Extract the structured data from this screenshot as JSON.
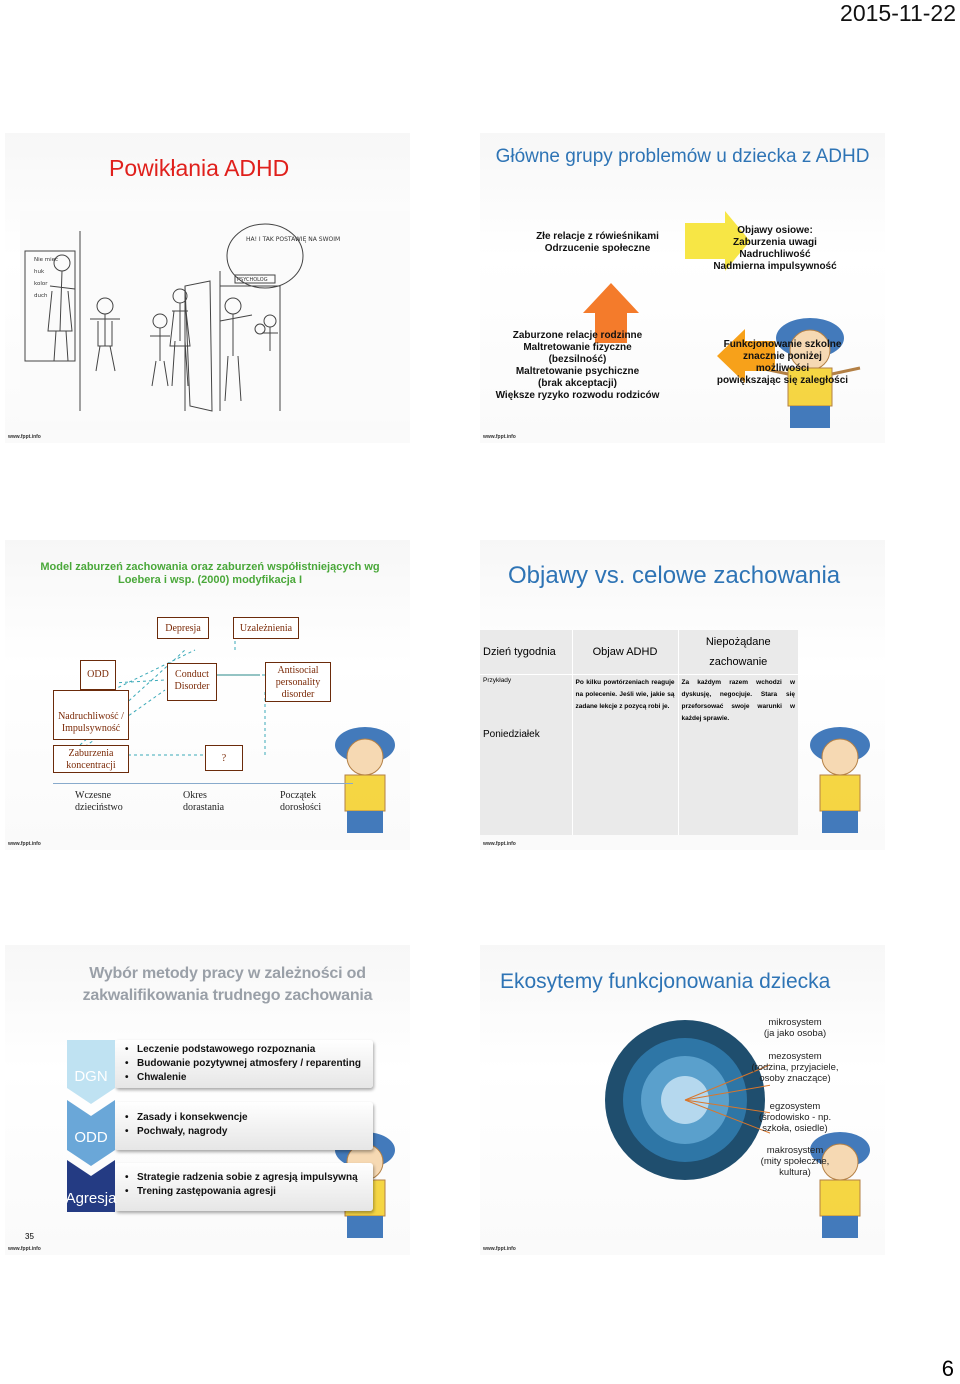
{
  "header": {
    "date": "2015-11-22"
  },
  "page_number": "6",
  "footer_text": "www.fppt.info",
  "slide1": {
    "title": "Powikłania ADHD",
    "cartoon_labels": [
      "HA! I TAK POSTAWIĘ NA SWOIM",
      "PSYCHOLOG"
    ]
  },
  "slide2": {
    "title": "Główne grupy problemów u dziecka z ADHD",
    "cycle": [
      "Złe relacje z rówieśnikami\nOdrzucenie społeczne",
      "Objawy osiowe:\nZaburzenia uwagi\nNadruchliwość\nNadmierna impulsywność",
      "Zaburzone relacje rodzinne\nMaltretowanie fizyczne\n(bezsilność)\nMaltretowanie psychiczne\n(brak akceptacji)\nWiększe ryzyko rozwodu rodziców",
      "Funkcjonowanie szkolne\nznacznie poniżej\nmożliwości\npowiększając się zaległości"
    ],
    "arrow_colors": [
      "#f7e645",
      "#f47b2b",
      "#e8261f",
      "#f7a11a"
    ]
  },
  "slide3": {
    "title": "Model zaburzeń zachowania oraz zaburzeń współistniejących wg Loebera i wsp. (2000) modyfikacja I",
    "boxes": {
      "depresja": "Depresja",
      "uzaleznienia": "Uzależnienia",
      "odd": "ODD",
      "conduct": "Conduct Disorder",
      "antisocial": "Antisocial personality disorder",
      "nadruchliwosc": "Nadruchliwość / Impulsywność",
      "zaburzenia": "Zaburzenia koncentracji",
      "question": "?"
    },
    "stages": [
      "Wczesne dzieciństwo",
      "Okres dorastania",
      "Początek dorosłości"
    ]
  },
  "slide4": {
    "title": "Objawy vs. celowe zachowania",
    "headers": [
      "Dzień tygodnia",
      "Objaw ADHD",
      "Niepożądane zachowanie"
    ],
    "example_label": "Przykłady",
    "example_symptom": "Po kilku powtórzeniach reaguje na polecenie. Jeśli wie, jakie są zadane lekcje z pozycą robi je.",
    "example_behavior": "Za każdym razem wchodzi w dyskusję, negocjuje. Stara się przeforsować swoje warunki w każdej sprawie.",
    "row_day": "Poniedziałek"
  },
  "slide5": {
    "title": "Wybór metody pracy w zależności od zakwalifikowania trudnego zachowania",
    "levels": [
      {
        "label": "DGN",
        "color": "#bfe2f2",
        "items": [
          "Leczenie podstawowego rozpoznania",
          "Budowanie pozytywnej atmosfery / reparenting",
          "Chwalenie"
        ]
      },
      {
        "label": "ODD",
        "color": "#6aa7d8",
        "items": [
          "Zasady i konsekwencje",
          "Pochwały, nagrody"
        ]
      },
      {
        "label": "Agresja",
        "color": "#243b83",
        "items": [
          "Strategie radzenia sobie z agresją impulsywną",
          "Trening zastępowania agresji"
        ]
      }
    ],
    "slide_number": "35"
  },
  "slide6": {
    "title": "Ekosytemy funkcjonowania dziecka",
    "systems": [
      "mikrosystem\n(ja jako osoba)",
      "mezosystem\n(rodzina, przyjaciele, osoby znaczące)",
      "egzosystem\n(środowisko - np. szkoła, osiedle)",
      "makrosystem\n(mity społeczne, kultura)"
    ]
  }
}
